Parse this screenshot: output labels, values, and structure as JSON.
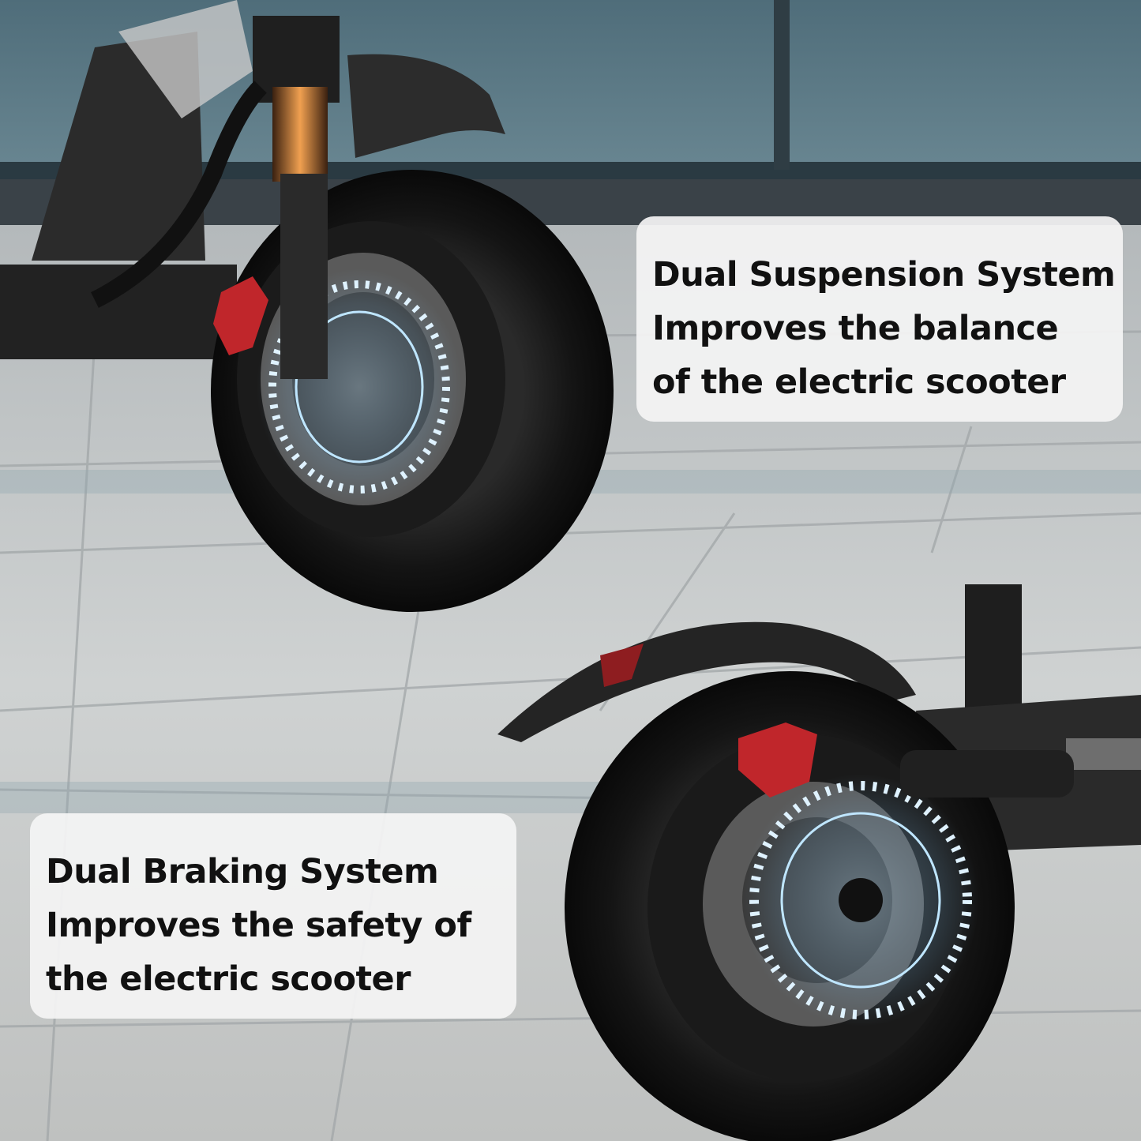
{
  "callouts": {
    "suspension": {
      "lines": [
        "Dual Suspension System",
        "Improves the balance",
        "of the electric scooter"
      ]
    },
    "braking": {
      "lines": [
        "Dual Braking System",
        "Improves the safety of",
        "the electric scooter"
      ]
    }
  },
  "colors": {
    "callout_bg": "#f4f4f4",
    "text": "#111111",
    "accent_red": "#c0262b",
    "glow_blue": "#8fd0ff"
  }
}
